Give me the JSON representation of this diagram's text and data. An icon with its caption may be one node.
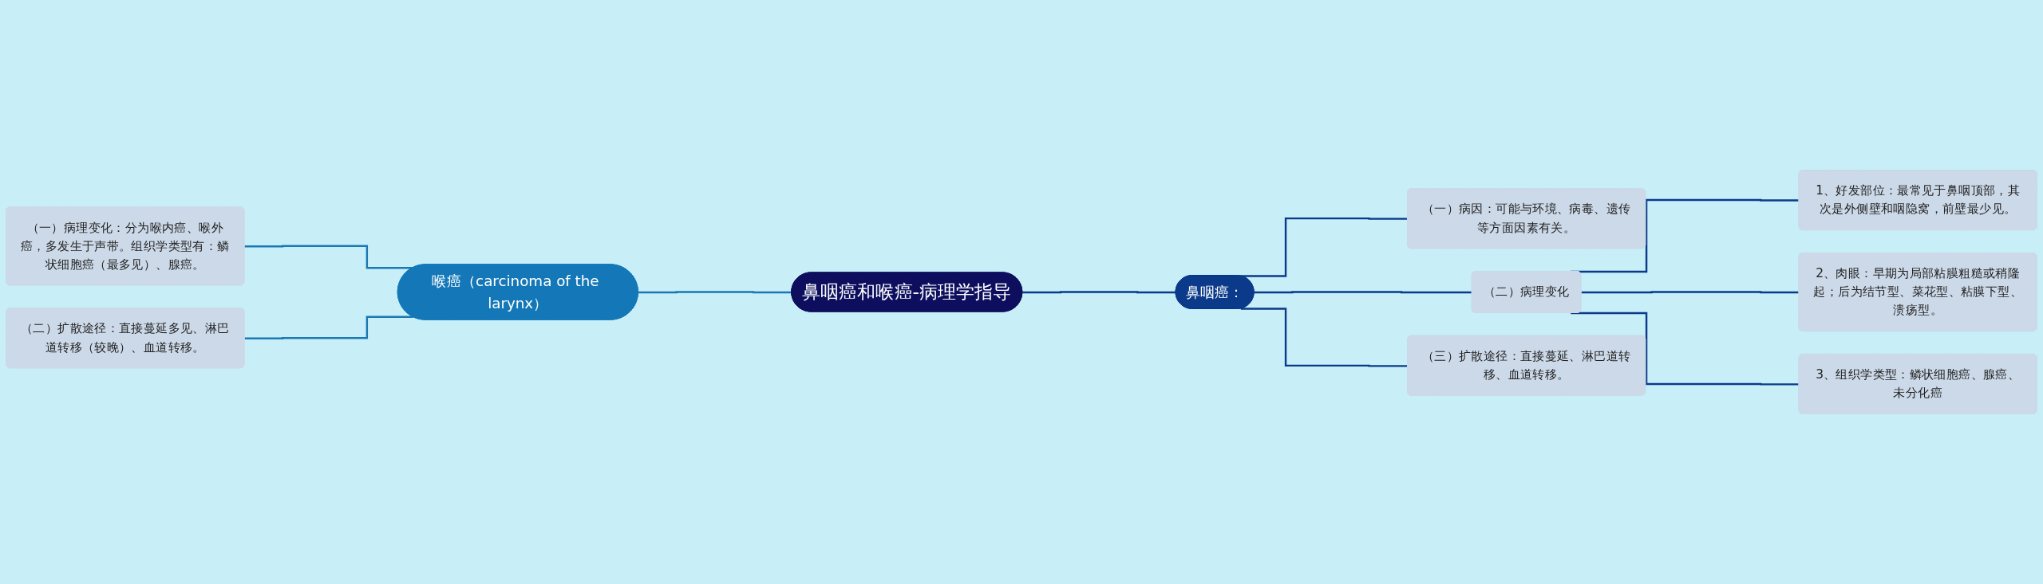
{
  "diagram": {
    "nodes": [
      {
        "text": [
          "鼻咽癌和喉癌-病理学指导"
        ]
      },
      {
        "text": [
          "喉癌（carcinoma of the larynx）"
        ]
      },
      {
        "text": [
          "（一）病理变化：分为喉内癌、喉外癌，多发生于声带。组织学类型有：鳞状细胞癌（最多见）、腺癌。"
        ]
      },
      {
        "text": [
          "（二）扩散途径：直接蔓延多见、淋巴道转移（较晚）、血道转移。"
        ]
      },
      {
        "text": [
          "鼻咽癌："
        ]
      },
      {
        "text": [
          "（一）病因：可能与环境、病毒、遗传等方面因素有关。"
        ]
      },
      {
        "text": [
          "（二）病理变化"
        ]
      },
      {
        "text": [
          "1、好发部位：最常见于鼻咽顶部，其次是外侧壁和咽隐窝，前壁最少见。"
        ]
      },
      {
        "text": [
          "2、肉眼：早期为局部粘膜粗糙或稍隆起；后为结节型、菜花型、粘膜下型、溃疡型。"
        ]
      },
      {
        "text": [
          "3、组织学类型：鳞状细胞癌、腺癌、未分化癌"
        ]
      },
      {
        "text": [
          "（三）扩散途径：直接蔓延、淋巴道转移、血道转移。"
        ]
      }
    ],
    "edges": [
      {
        "from": 2,
        "to": 1,
        "arrow": "none",
        "color": "#1a78b4"
      },
      {
        "from": 3,
        "to": 1,
        "arrow": "none",
        "color": "#1a78b4"
      },
      {
        "from": 1,
        "to": 0,
        "arrow": "none",
        "color": "#1a78b4"
      },
      {
        "from": 0,
        "to": 4,
        "arrow": "none"
      },
      {
        "from": 4,
        "to": 5,
        "arrow": "none"
      },
      {
        "from": 4,
        "to": 6,
        "arrow": "none"
      },
      {
        "from": 6,
        "to": 7,
        "arrow": "none"
      },
      {
        "from": 6,
        "to": 8,
        "arrow": "none"
      },
      {
        "from": 6,
        "to": 9,
        "arrow": "none"
      },
      {
        "from": 4,
        "to": 10,
        "arrow": "none"
      }
    ]
  }
}
